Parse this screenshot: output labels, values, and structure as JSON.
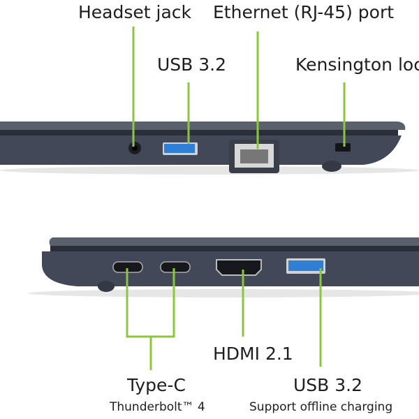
{
  "colors": {
    "callout_line": "#8cc63f",
    "laptop_body": "#3f4452",
    "usb_port": "#2f7fd6"
  },
  "top_view": {
    "labels": {
      "headset": "Headset jack",
      "ethernet": "Ethernet (RJ-45) port",
      "usb": "USB 3.2",
      "kensington": "Kensington loc"
    }
  },
  "bottom_view": {
    "labels": {
      "hdmi": "HDMI 2.1",
      "typec": "Type-C",
      "typec_sub": "Thunderbolt™ 4",
      "usb": "USB 3.2",
      "usb_sub": "Support offline charging"
    }
  }
}
